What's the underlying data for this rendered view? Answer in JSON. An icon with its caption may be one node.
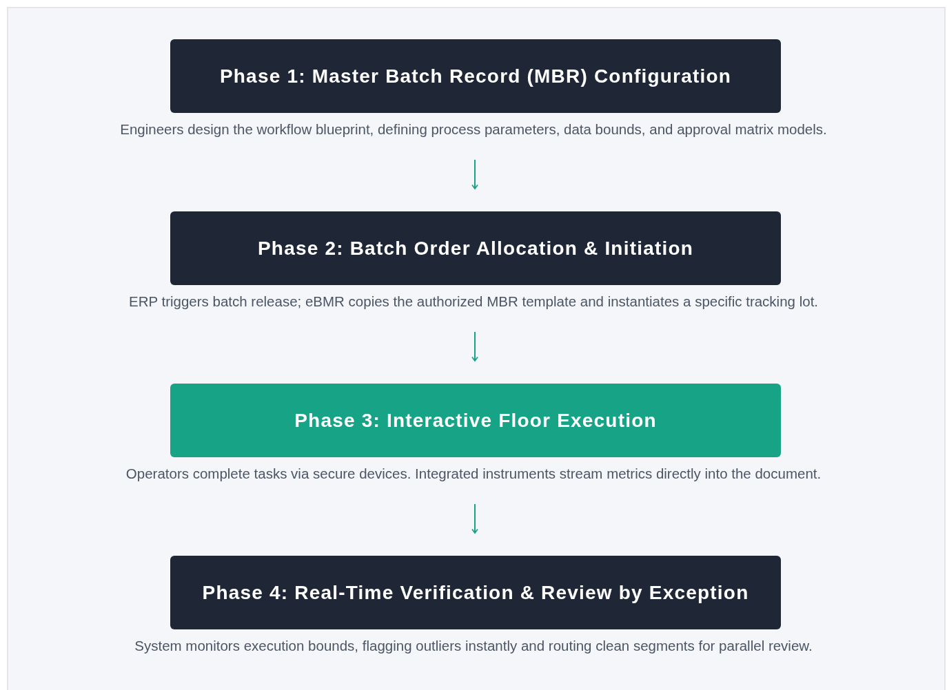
{
  "diagram": {
    "nodes": [
      {
        "text": [
          "Phase 1: Master Batch Record (MBR) Configuration"
        ],
        "beside": [
          "Engineers design the workflow blueprint, defining process parameters, data bounds, and approval matrix models."
        ]
      },
      {
        "text": [
          "Phase 2: Batch Order Allocation & Initiation"
        ],
        "beside": [
          "ERP triggers batch release; eBMR copies the authorized MBR template and instantiates a specific tracking lot."
        ]
      },
      {
        "text": [
          "Phase 3: Interactive Floor Execution"
        ],
        "beside": [
          "Operators complete tasks via secure devices. Integrated instruments stream metrics directly into the document."
        ]
      },
      {
        "text": [
          "Phase 4: Real-Time Verification & Review by Exception"
        ],
        "beside": [
          "System monitors execution bounds, flagging outliers instantly and routing clean segments for parallel review."
        ]
      }
    ],
    "edges": [
      {
        "from": 0,
        "to": 1,
        "arrow": "to"
      },
      {
        "from": 1,
        "to": 2,
        "arrow": "to"
      },
      {
        "from": 2,
        "to": 3,
        "arrow": "to"
      }
    ]
  }
}
